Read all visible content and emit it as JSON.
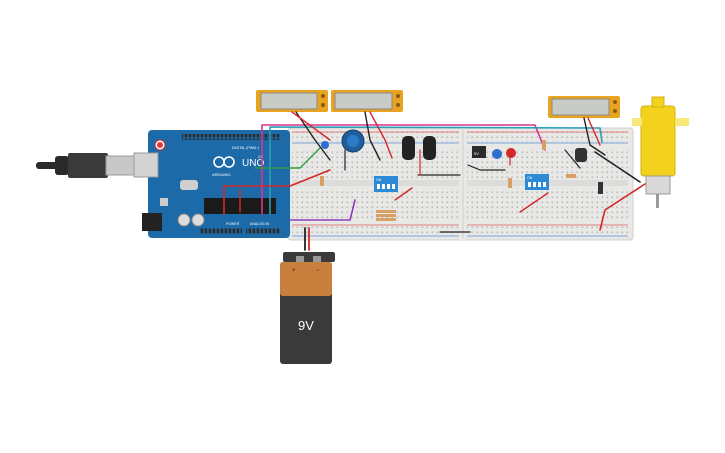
{
  "arduino": {
    "brand": "ARDUINO",
    "model": "UNO",
    "digital_label": "DIGITAL (PWM~)",
    "power_label": "POWER",
    "analog_label": "ANALOG IN",
    "on_label": "ON"
  },
  "battery": {
    "label": "9V",
    "plus": "+",
    "minus": "−"
  },
  "dip_switch": {
    "label": "ON"
  },
  "ic_label": "5V",
  "colors": {
    "board": "#1c6aa8",
    "breadboard": "#e8e8e6",
    "lcd_frame": "#e8a321",
    "lcd_screen": "#c9cbc6",
    "motor": "#f2d21c",
    "battery_top": "#c97f3e",
    "battery_body": "#3a3a3a",
    "wire_red": "#d62828",
    "wire_black": "#222222",
    "wire_purple": "#8d3fb5",
    "wire_teal": "#2a9fb7",
    "wire_magenta": "#d9338c",
    "wire_green": "#2f9e44"
  }
}
